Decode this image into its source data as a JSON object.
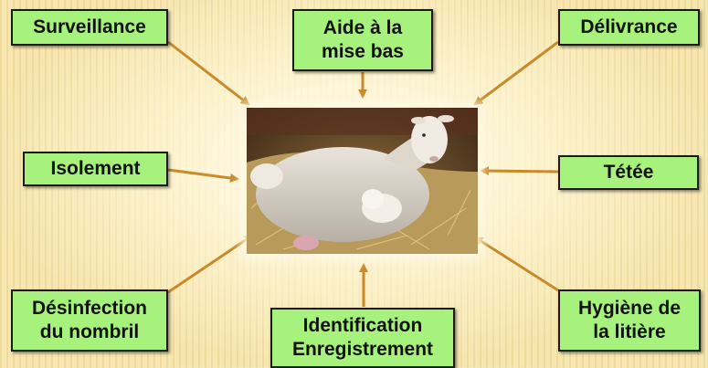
{
  "colors": {
    "box_fill": "#a6f27c",
    "box_border": "#1b1b1b",
    "arrow": "#c98a2a",
    "background": "#f6e6b0"
  },
  "image": {
    "subject": "sheep-ewe-with-lambs-on-straw"
  },
  "nodes": {
    "surveillance": [
      "Surveillance"
    ],
    "aide": [
      "Aide à la",
      "mise bas"
    ],
    "delivrance": [
      "Délivrance"
    ],
    "isolement": [
      "Isolement"
    ],
    "tetee": [
      "Tétée"
    ],
    "desinfection": [
      "Désinfection",
      "du nombril"
    ],
    "identification": [
      "Identification",
      "Enregistrement"
    ],
    "hygiene": [
      "Hygiène de",
      "la litière"
    ]
  }
}
